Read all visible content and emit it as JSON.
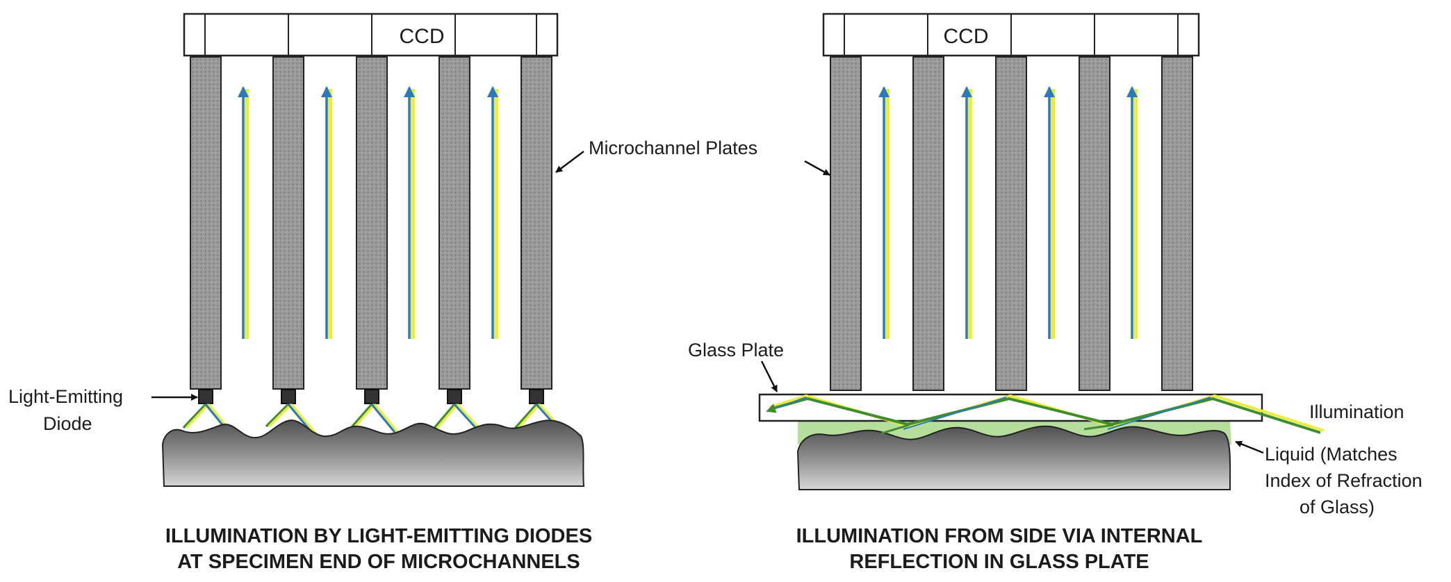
{
  "left_panel": {
    "ccd_label": "CCD",
    "led_label_line1": "Light-Emitting",
    "led_label_line2": "Diode",
    "caption_line1": "ILLUMINATION BY LIGHT-EMITTING DIODES",
    "caption_line2": "AT SPECIMEN END OF MICROCHANNELS"
  },
  "right_panel": {
    "ccd_label": "CCD",
    "glass_plate_label": "Glass Plate",
    "illumination_label": "Illumination",
    "liquid_label_line1": "Liquid (Matches",
    "liquid_label_line2": "Index of Refraction",
    "liquid_label_line3": "of Glass)",
    "caption_line1": "ILLUMINATION FROM SIDE VIA INTERNAL",
    "caption_line2": "REFLECTION IN GLASS PLATE"
  },
  "shared": {
    "microchannel_label": "Microchannel Plates"
  },
  "colors": {
    "plate": "#9c9c9c",
    "specimen": "#8a8a8a",
    "arrow_blue": "#2b7bb8",
    "arrow_yellow": "#ecec40",
    "arrow_green": "#3f8e2e",
    "liquid": "#a8d88a",
    "outline": "#222222"
  }
}
